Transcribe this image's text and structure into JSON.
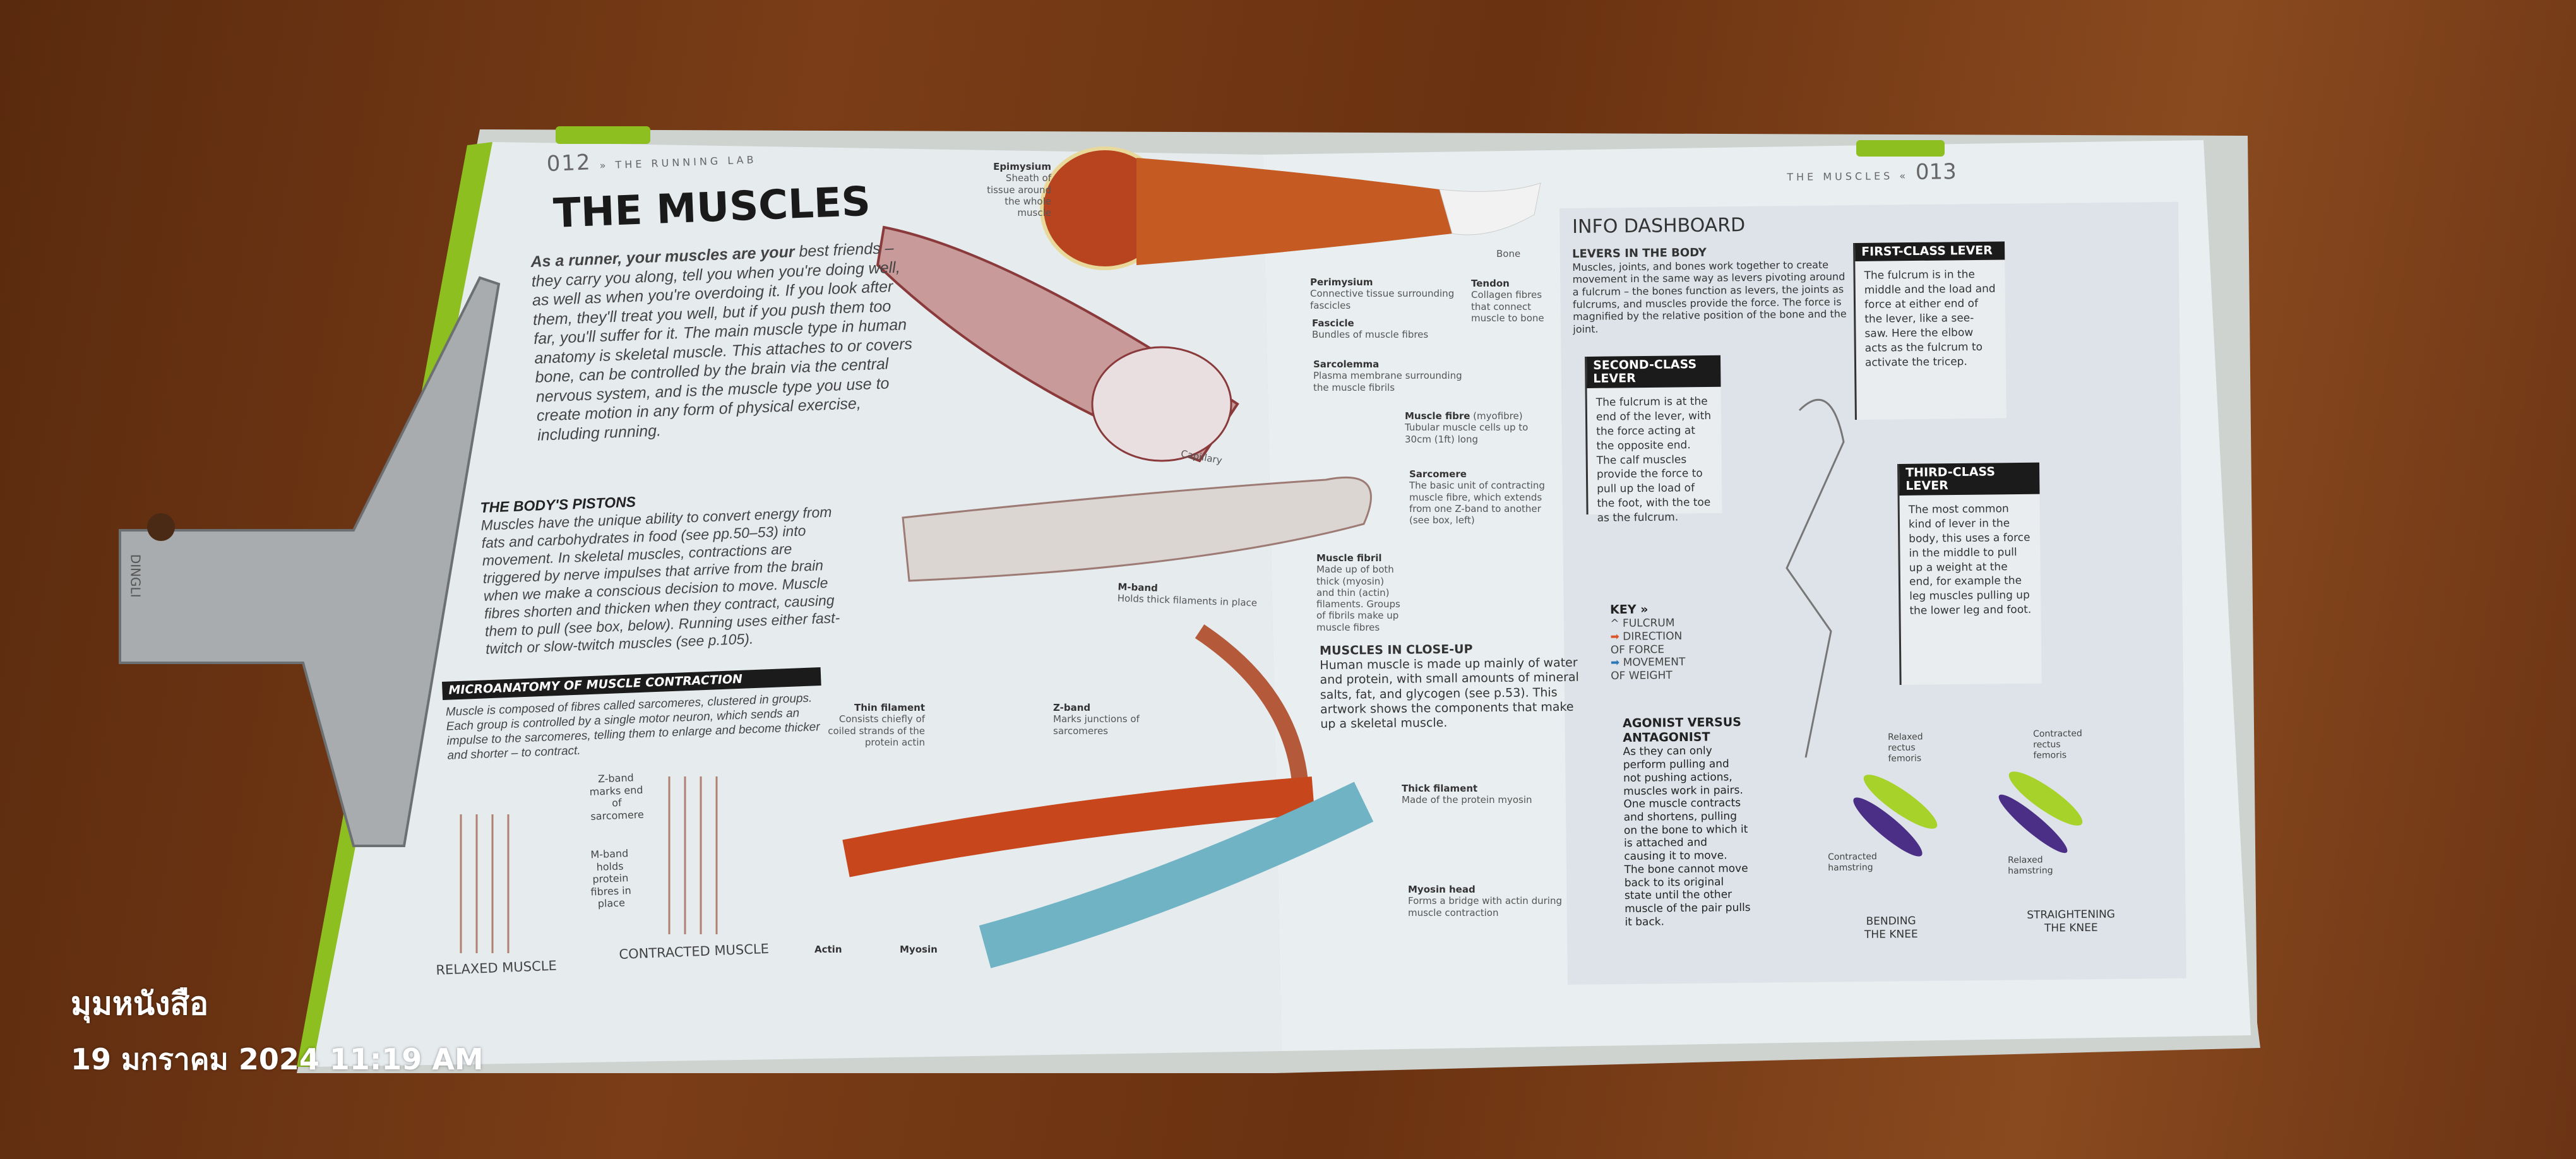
{
  "watermark": {
    "line1": "มุมหนังสือ",
    "line2": "19 มกราคม 2024 11:19 AM"
  },
  "clip": {
    "brand": "DINGLI"
  },
  "left_page": {
    "folio": "012",
    "running_head": "» THE RUNNING LAB",
    "title": "THE MUSCLES",
    "intro_lead": "As a runner, your muscles are your",
    "intro_body": "best friends – they carry you along, tell you when you're doing well, as well as when you're overdoing it. If you look after them, they'll treat you well, but if you push them too far, you'll suffer for it. The main muscle type in human anatomy is skeletal muscle. This attaches to or covers bone, can be controlled by the brain via the central nervous system, and is the muscle type you use to create motion in any form of physical exercise, including running.",
    "pistons_heading": "THE BODY'S PISTONS",
    "pistons_body": "Muscles have the unique ability to convert energy from fats and carbohydrates in food (see pp.50–53) into movement. In skeletal muscles, contractions are triggered by nerve impulses that arrive from the brain when we make a conscious decision to move. Muscle fibres shorten and thicken when they contract, causing them to pull (see box, below). Running uses either fast-twitch or slow-twitch muscles (see p.105).",
    "micro": {
      "heading": "MICROANATOMY OF MUSCLE CONTRACTION",
      "body": "Muscle is composed of fibres called sarcomeres, clustered in groups. Each group is controlled by a single motor neuron, which sends an impulse to the sarcomeres, telling them to enlarge and become thicker and shorter – to contract.",
      "zband": "Z-band marks end of sarcomere",
      "mband": "M-band holds protein fibres in place",
      "relaxed": "RELAXED MUSCLE",
      "contracted": "CONTRACTED MUSCLE"
    }
  },
  "diagram_labels": {
    "epimysium": {
      "name": "Epimysium",
      "desc": "Sheath of tissue around the whole muscle"
    },
    "perimysium": {
      "name": "Perimysium",
      "desc": "Connective tissue surrounding fascicles"
    },
    "fascicle": {
      "name": "Fascicle",
      "desc": "Bundles of muscle fibres"
    },
    "sarcolemma": {
      "name": "Sarcolemma",
      "desc": "Plasma membrane surrounding the muscle fibrils"
    },
    "tendon": {
      "name": "Tendon",
      "desc": "Collagen fibres that connect muscle to bone"
    },
    "bone": "Bone",
    "capillary": "Capillary",
    "muscle_fibre": {
      "name": "Muscle fibre",
      "aside": "(myofibre)",
      "desc": "Tubular muscle cells up to 30cm (1ft) long"
    },
    "sarcomere": {
      "name": "Sarcomere",
      "desc": "The basic unit of contracting muscle fibre, which extends from one Z-band to another (see box, left)"
    },
    "muscle_fibril": {
      "name": "Muscle fibril",
      "desc": "Made up of both thick (myosin) and thin (actin) filaments. Groups of fibrils make up muscle fibres"
    },
    "mband": {
      "name": "M-band",
      "desc": "Holds thick filaments in place"
    },
    "thin_filament": {
      "name": "Thin filament",
      "desc": "Consists chiefly of coiled strands of the protein actin"
    },
    "zband": {
      "name": "Z-band",
      "desc": "Marks junctions of sarcomeres"
    },
    "thick_filament": {
      "name": "Thick filament",
      "desc": "Made of the protein myosin"
    },
    "myosin_head": {
      "name": "Myosin head",
      "desc": "Forms a bridge with actin during muscle contraction"
    },
    "actin": "Actin",
    "myosin": "Myosin"
  },
  "right_page": {
    "running_head": "THE MUSCLES «",
    "folio": "013",
    "closeup_heading": "MUSCLES IN CLOSE-UP",
    "closeup_body": "Human muscle is made up mainly of water and protein, with small amounts of mineral salts, fat, and glycogen (see p.53). This artwork shows the components that make up a skeletal muscle.",
    "dashboard": {
      "title": "INFO DASHBOARD",
      "levers_heading": "LEVERS IN THE BODY",
      "levers_body": "Muscles, joints, and bones work together to create movement in the same way as levers pivoting around a fulcrum – the bones function as levers, the joints as fulcrums, and muscles provide the force. The force is magnified by the relative position of the bone and the joint.",
      "first": {
        "heading": "FIRST-CLASS LEVER",
        "body": "The fulcrum is in the middle and the load and force at either end of the lever, like a see-saw. Here the elbow acts as the fulcrum to activate the tricep."
      },
      "second": {
        "heading": "SECOND-CLASS LEVER",
        "body": "The fulcrum is at the end of the lever, with the force acting at the opposite end. The calf muscles provide the force to pull up the load of the foot, with the toe as the fulcrum."
      },
      "third": {
        "heading": "THIRD-CLASS LEVER",
        "body": "The most common kind of lever in the body, this uses a force in the middle to pull up a weight at the end, for example the leg muscles pulling up the lower leg and foot."
      },
      "key": {
        "title": "KEY »",
        "fulcrum": "FULCRUM",
        "force": "DIRECTION OF FORCE",
        "weight": "MOVEMENT OF WEIGHT"
      },
      "agonist_heading": "AGONIST VERSUS ANTAGONIST",
      "agonist_body": "As they can only perform pulling and not pushing actions, muscles work in pairs. One muscle contracts and shortens, pulling on the bone to which it is attached and causing it to move. The bone cannot move back to its original state until the other muscle of the pair pulls it back.",
      "bend": {
        "caption": "BENDING THE KNEE",
        "top": "Relaxed rectus femoris",
        "bottom": "Contracted hamstring"
      },
      "straight": {
        "caption": "STRAIGHTENING THE KNEE",
        "top": "Contracted rectus femoris",
        "bottom": "Relaxed hamstring"
      }
    }
  },
  "colors": {
    "tab_green": "#8cbf1f",
    "force_arrow": "#d9542a",
    "weight_arrow": "#2a78b8",
    "muscle_red": "#b8431f",
    "filament_blue": "#6fb3c4",
    "rectus_green": "#a6d22a",
    "hamstring_purple": "#4b2f86"
  }
}
